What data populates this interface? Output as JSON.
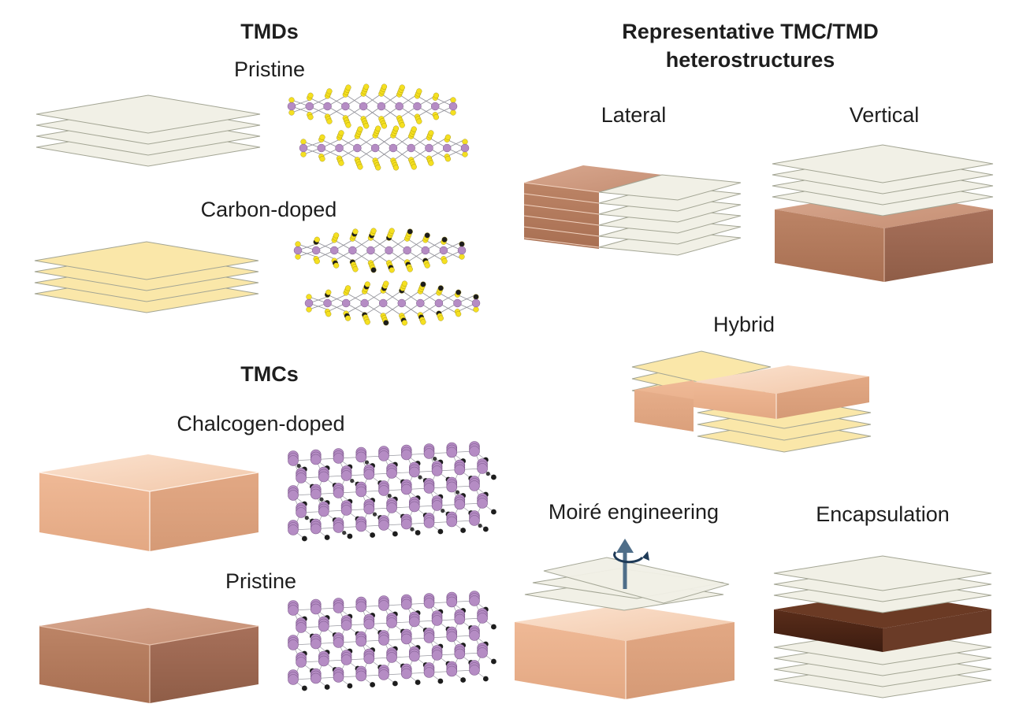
{
  "tmds": {
    "heading": "TMDs",
    "pristine_label": "Pristine",
    "carbon_doped_label": "Carbon-doped"
  },
  "tmcs": {
    "heading": "TMCs",
    "chalcogen_doped_label": "Chalcogen-doped",
    "pristine_label": "Pristine"
  },
  "heterostructures": {
    "heading_line1": "Representative TMC/TMD",
    "heading_line2": "heterostructures",
    "lateral_label": "Lateral",
    "vertical_label": "Vertical",
    "hybrid_label": "Hybrid",
    "moire_label": "Moiré engineering",
    "encapsulation_label": "Encapsulation"
  },
  "colors": {
    "pristine_sheet": "#f1f0e6",
    "carbon_doped_sheet": "#fae7a9",
    "sheet_outline": "#a3a594",
    "carbide_light": "#e9b594",
    "carbide_dark": "#b47a5e",
    "carbide_darkest": "#4a2415",
    "metal_atom": "#b58cc4",
    "chalcogen_atom": "#f5e020",
    "carbon_atom": "#1d1d1d",
    "rotation_arrow": "#4f6e89"
  },
  "icons": {
    "rotation": "rotation-arrow-icon"
  }
}
